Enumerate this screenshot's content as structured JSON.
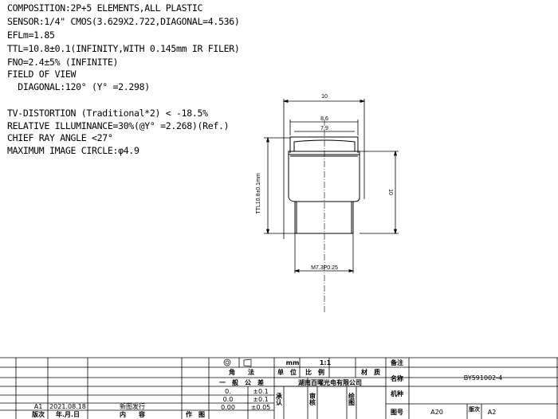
{
  "specs": {
    "line1": "COMPOSITION:2P+5 ELEMENTS,ALL PLASTIC",
    "line2": "SENSOR:1/4\" CMOS(3.629X2.722,DIAGONAL=4.536)",
    "line3": "EFLm=1.85",
    "line4": "TTL=10.8±0.1(INFINITY,WITH 0.145mm IR FILER)",
    "line5": "FNO=2.4±5% (INFINITE)",
    "line6": "FIELD OF VIEW",
    "line7": "  DIAGONAL:120° (Y° =2.298)",
    "line8": "TV-DISTORTION (Traditional*2) < -18.5%",
    "line9": "RELATIVE ILLUMINANCE=30%(@Y° =2.268)(Ref.)",
    "line10": "CHIEF RAY ANGLE <27°",
    "line11": "MAXIMUM IMAGE CIRCLE:φ4.9"
  },
  "drawing": {
    "dim_top": "10",
    "dim_86": "8.6",
    "dim_79": "7.9",
    "dim_ttl": "TTL10.8±0.1mm",
    "dim_right": "10",
    "dim_thread": "M7.3P0.25"
  },
  "title_block": {
    "projection_label": "",
    "unit": "mm",
    "scale": "1:1",
    "h_angle": "角　　法",
    "h_unit": "单　位",
    "h_scale": "比　例",
    "h_material": "材　质",
    "h_tolerance": "一　般　公　差",
    "tol_rows": [
      {
        "a": "0.",
        "b": "±0.1"
      },
      {
        "a": "0.0",
        "b": "±0.1"
      },
      {
        "a": "0.00",
        "b": "±0.05"
      }
    ],
    "company": "湖南百曜光电有限公司",
    "approve": "承认",
    "review": "审核",
    "draw": "绘图",
    "l_remark": "备注",
    "l_name": "名称",
    "l_part": "机种",
    "l_drawno": "图号",
    "name_value": "BY591002-4",
    "drawno_value": "A20",
    "l_version": "版次",
    "version_value": "A2"
  },
  "revision": {
    "version": "A1",
    "date": "2021.08.18",
    "content": "新图发行",
    "h_version": "版次",
    "h_date": "年.月.日",
    "h_content": "内　　容",
    "h_author": "作　图"
  }
}
